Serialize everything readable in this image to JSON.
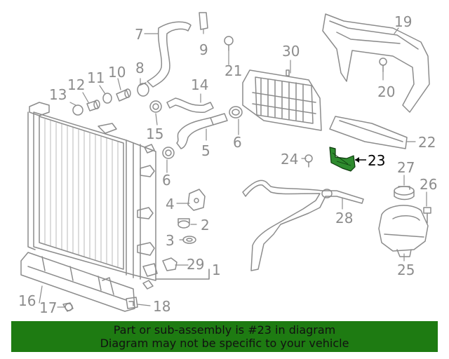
{
  "diagram": {
    "callouts": [
      "1",
      "2",
      "3",
      "4",
      "5",
      "6",
      "6",
      "7",
      "8",
      "9",
      "10",
      "11",
      "12",
      "13",
      "14",
      "15",
      "16",
      "17",
      "18",
      "19",
      "20",
      "21",
      "22",
      "23",
      "24",
      "25",
      "26",
      "27",
      "28",
      "29",
      "30"
    ],
    "highlighted_part": "23",
    "colors": {
      "line": "#8c8c8c",
      "text": "#8c8c8c",
      "highlight": "#2e8b2e",
      "highlight_text": "#000000",
      "banner": "#1e7b12"
    }
  },
  "banner": {
    "line1": "Part or sub-assembly is #23 in diagram",
    "line2": "Diagram may not be specific to your vehicle"
  }
}
